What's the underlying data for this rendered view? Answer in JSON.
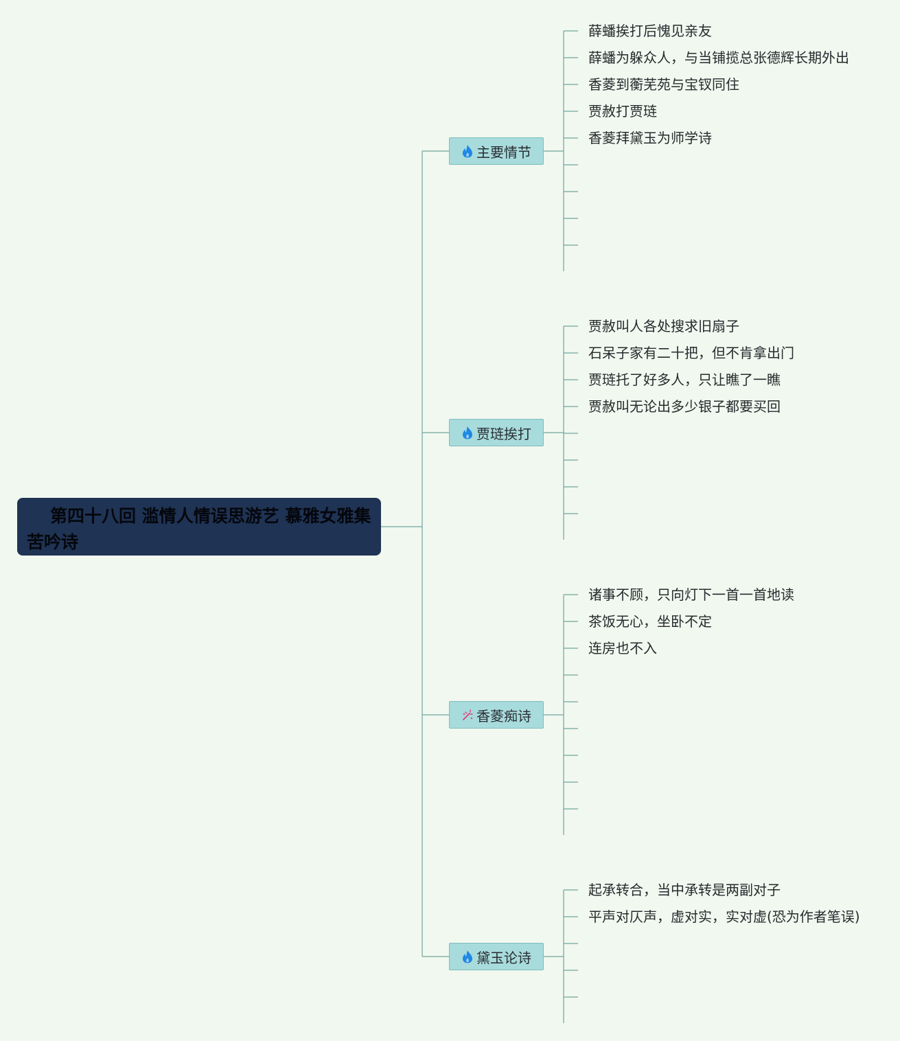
{
  "root": {
    "title": "第四十八回 滥情人情误思游艺 慕雅女雅集苦吟诗"
  },
  "colors": {
    "background": "#f1f8ef",
    "root_fill": "#1f3354",
    "branch_fill": "#a8dbdc",
    "connector": "#6fa59e",
    "fire_icon": "#1e88e5",
    "magic_icon": "#d9467a"
  },
  "branches": [
    {
      "label": "主要情节",
      "icon": "fire-icon",
      "leaves": [
        "薛蟠挨打后愧见亲友",
        "薛蟠为躲众人，与当铺揽总张德辉长期外出",
        "香菱到蘅芜苑与宝钗同住",
        "贾赦打贾琏",
        "香菱拜黛玉为师学诗"
      ]
    },
    {
      "label": "贾琏挨打",
      "icon": "fire-icon",
      "leaves": [
        "贾赦叫人各处搜求旧扇子",
        "石呆子家有二十把，但不肯拿出门",
        "贾琏托了好多人，只让瞧了一瞧",
        "贾赦叫无论出多少银子都要买回"
      ]
    },
    {
      "label": "香菱痴诗",
      "icon": "magic-wand-icon",
      "leaves": [
        "诸事不顾，只向灯下一首一首地读",
        "茶饭无心，坐卧不定",
        "连房也不入"
      ]
    },
    {
      "label": "黛玉论诗",
      "icon": "fire-icon",
      "leaves": [
        "起承转合，当中承转是两副对子",
        "平声对仄声，虚对实，实对虚(恐为作者笔误)"
      ]
    }
  ]
}
